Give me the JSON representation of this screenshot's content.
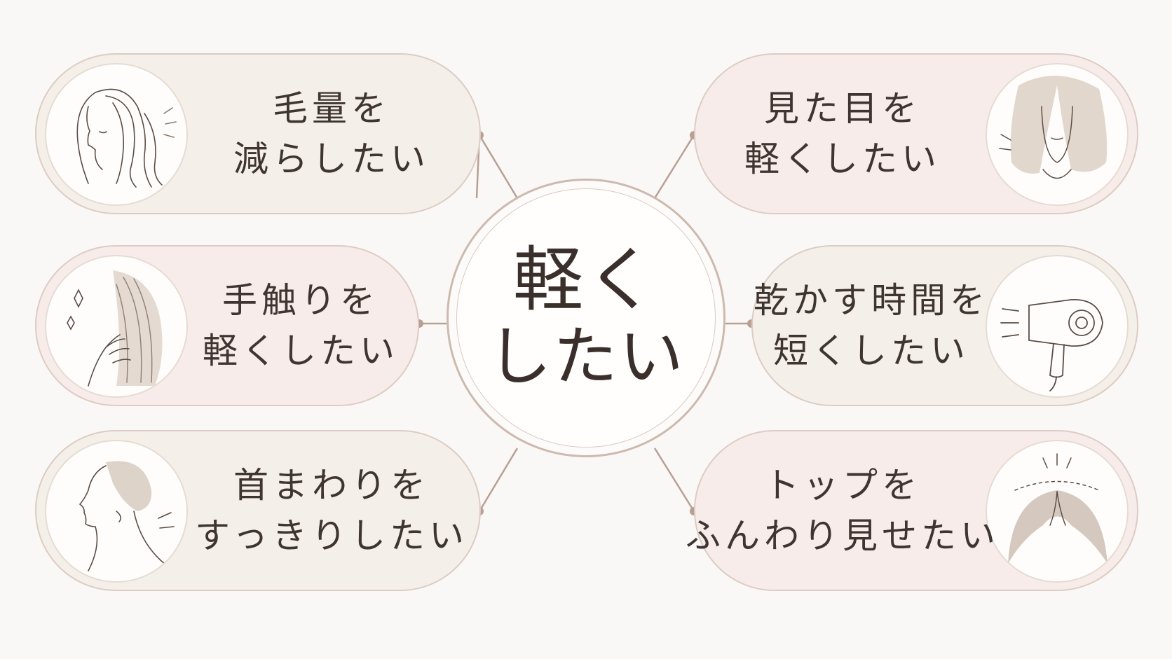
{
  "center": {
    "line1": "軽く",
    "line2": "したい"
  },
  "colors": {
    "pill_border": "#dcccc3",
    "pill_beige": "#f5efea",
    "pill_pink": "#f8ecea",
    "connector": "#b89f92",
    "text": "#3e3530"
  },
  "items": [
    {
      "line1": "毛量を",
      "line2": "減らしたい",
      "icon": "hair-volume-icon"
    },
    {
      "line1": "手触りを",
      "line2": "軽くしたい",
      "icon": "hair-touch-icon"
    },
    {
      "line1": "首まわりを",
      "line2": "すっきりしたい",
      "icon": "neck-line-icon"
    },
    {
      "line1": "見た目を",
      "line2": "軽くしたい",
      "icon": "face-bob-icon"
    },
    {
      "line1": "乾かす時間を",
      "line2": "短くしたい",
      "icon": "hair-dryer-icon"
    },
    {
      "line1": "トップを",
      "line2": "ふんわり見せたい",
      "icon": "hair-top-icon"
    }
  ]
}
